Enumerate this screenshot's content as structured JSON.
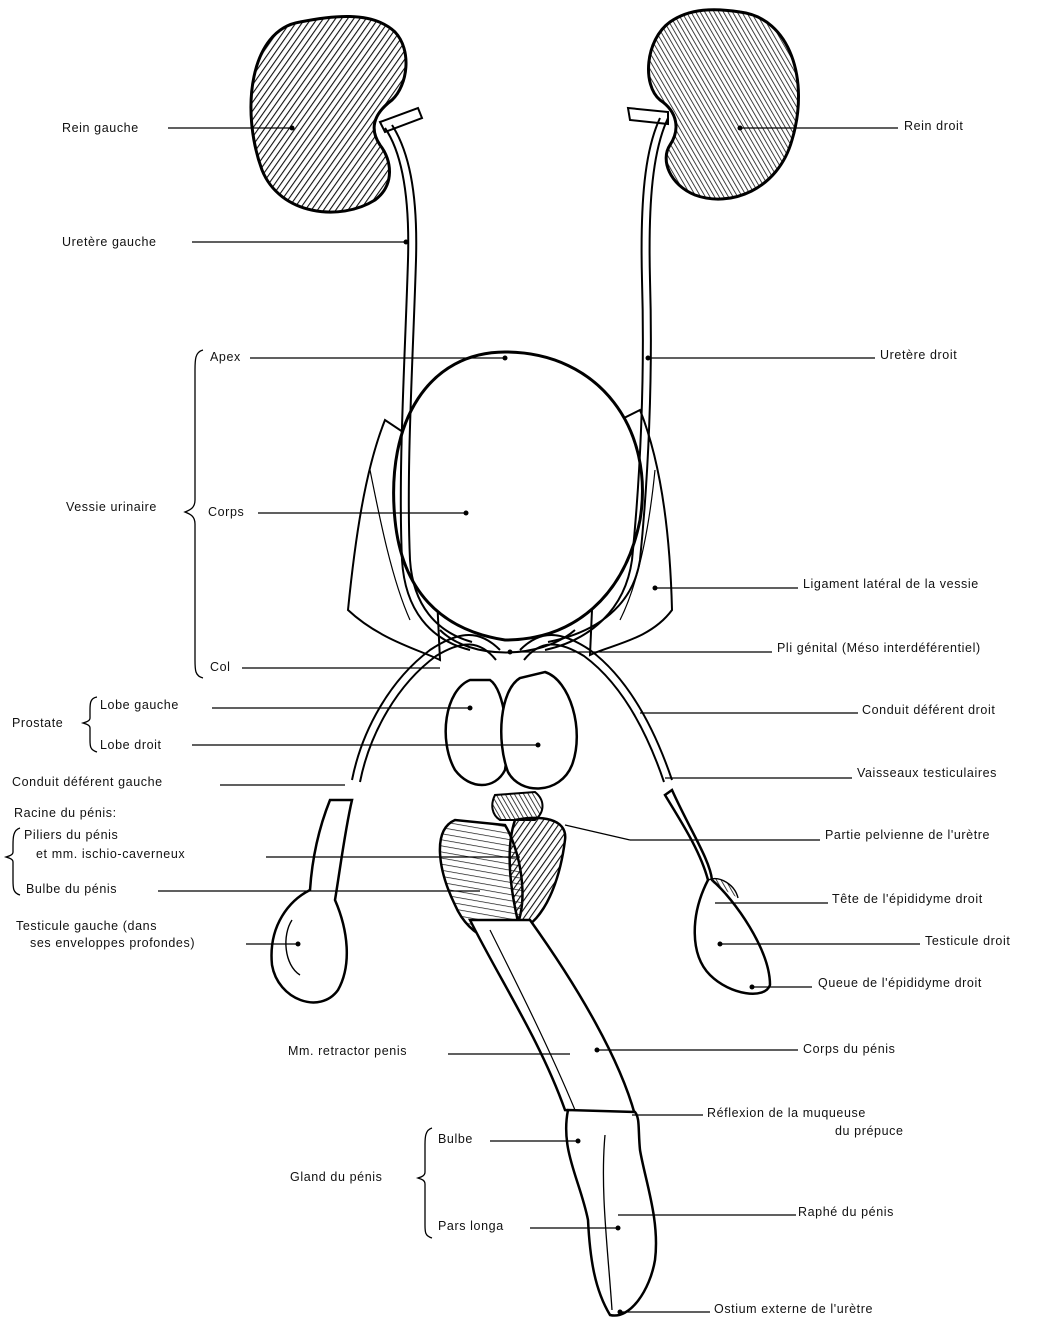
{
  "labels": {
    "rein_gauche": "Rein gauche",
    "rein_droit": "Rein droit",
    "uretere_gauche": "Uretère gauche",
    "uretere_droit": "Uretère droit",
    "apex": "Apex",
    "vessie_urinaire": "Vessie urinaire",
    "corps": "Corps",
    "col": "Col",
    "ligament_lateral": "Ligament latéral de la vessie",
    "pli_genital": "Pli génital (Méso interdéférentiel)",
    "prostate": "Prostate",
    "lobe_gauche": "Lobe gauche",
    "lobe_droit": "Lobe droit",
    "conduit_deferent_droit": "Conduit déférent droit",
    "conduit_deferent_gauche": "Conduit déférent gauche",
    "vaisseaux_testiculaires": "Vaisseaux testiculaires",
    "racine_du_penis": "Racine du pénis:",
    "piliers_line1": "Piliers du pénis",
    "piliers_line2": "et mm. ischio-caverneux",
    "partie_pelvienne": "Partie pelvienne de l'urètre",
    "bulbe_du_penis": "Bulbe du pénis",
    "tete_epididyme": "Tête de l'épididyme droit",
    "testicule_gauche_line1": "Testicule gauche (dans",
    "testicule_gauche_line2": "ses enveloppes profondes)",
    "testicule_droit": "Testicule droit",
    "queue_epididyme": "Queue de l'épididyme droit",
    "mm_retractor": "Mm. retractor penis",
    "corps_du_penis": "Corps du pénis",
    "reflexion_line1": "Réflexion de la muqueuse",
    "reflexion_line2": "du prépuce",
    "bulbe": "Bulbe",
    "gland_du_penis": "Gland du pénis",
    "raphe_du_penis": "Raphé du pénis",
    "pars_longa": "Pars longa",
    "ostium": "Ostium externe de l'urètre"
  }
}
